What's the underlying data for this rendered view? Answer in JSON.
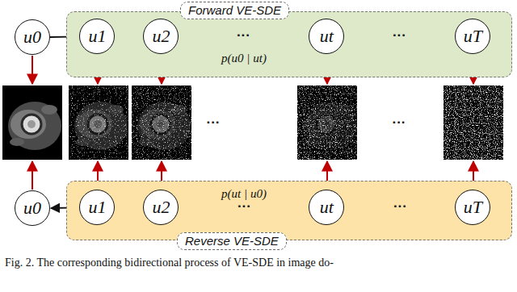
{
  "diagram": {
    "caption": "Fig. 2. The corresponding bidirectional process of VE-SDE in image do-",
    "nodes": [
      {
        "text": [
          "u0"
        ]
      },
      {
        "text": [
          "Forward VE-SDE"
        ]
      },
      {
        "text": [
          "u1"
        ],
        "in": 1
      },
      {
        "text": [
          "u2"
        ],
        "in": 1
      },
      {
        "text": [
          "ut"
        ],
        "in": 1
      },
      {
        "text": [
          "uT"
        ],
        "in": 1
      },
      {
        "text": [
          "u0"
        ]
      },
      {
        "text": [
          "Reverse VE-SDE"
        ]
      },
      {
        "text": [
          "u1"
        ],
        "in": 7
      },
      {
        "text": [
          "u2"
        ],
        "in": 7
      },
      {
        "text": [
          "ut"
        ],
        "in": 7
      },
      {
        "text": [
          "uT"
        ],
        "in": 7
      }
    ],
    "edges": [
      {
        "from": 0,
        "to": 2,
        "arrow": "to"
      },
      {
        "from": 2,
        "to": 3,
        "arrow": "to"
      },
      {
        "from": 3,
        "to": 4,
        "label": "···",
        "arrow": "to"
      },
      {
        "from": 4,
        "to": 5,
        "label": "···",
        "arrow": "to"
      },
      {
        "from": 8,
        "to": 6,
        "arrow": "to"
      },
      {
        "from": 9,
        "to": 8,
        "arrow": "to"
      },
      {
        "from": 10,
        "to": 9,
        "label": "···",
        "arrow": "to"
      },
      {
        "from": 11,
        "to": 10,
        "label": "···",
        "arrow": "to"
      }
    ],
    "labels": [
      "p(u0 | ut)",
      "···",
      "···",
      "p(ut | u0)"
    ]
  }
}
